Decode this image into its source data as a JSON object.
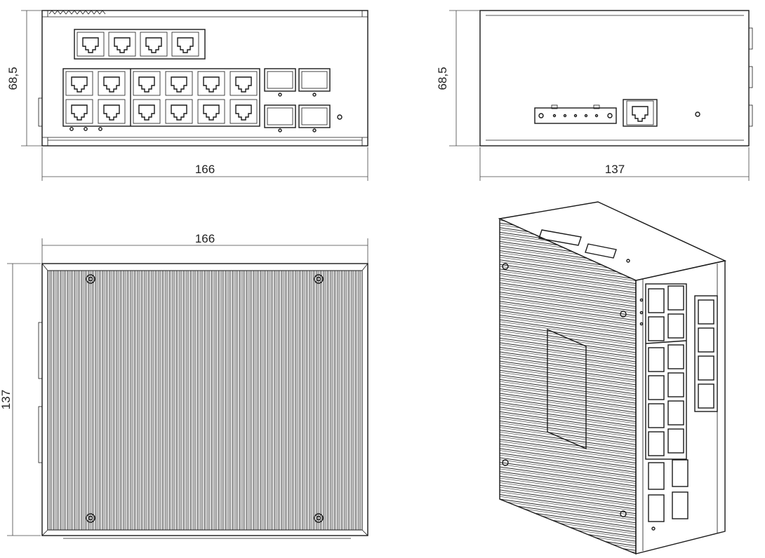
{
  "dimensions": {
    "front_height": "68,5",
    "front_width": "166",
    "side_height": "68,5",
    "side_depth": "137",
    "top_width": "166",
    "top_depth": "137"
  }
}
